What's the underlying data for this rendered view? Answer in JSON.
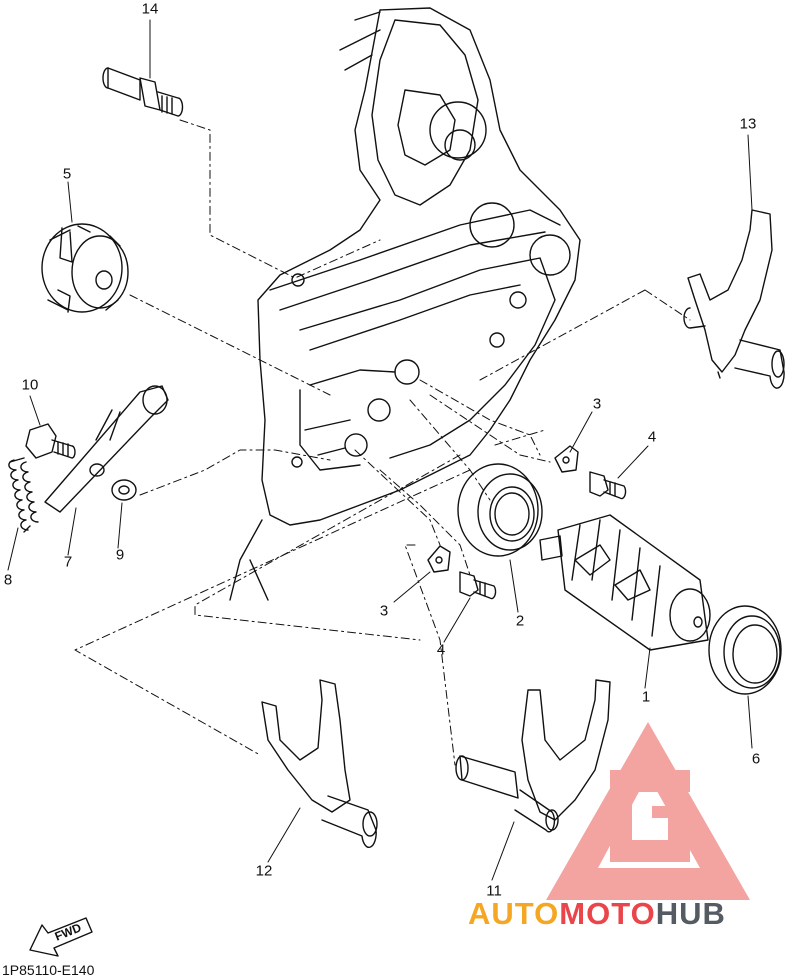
{
  "diagram": {
    "callouts": [
      {
        "id": "1",
        "text": "1"
      },
      {
        "id": "2",
        "text": "2"
      },
      {
        "id": "3a",
        "text": "3"
      },
      {
        "id": "3b",
        "text": "3"
      },
      {
        "id": "4a",
        "text": "4"
      },
      {
        "id": "4b",
        "text": "4"
      },
      {
        "id": "5",
        "text": "5"
      },
      {
        "id": "6",
        "text": "6"
      },
      {
        "id": "7",
        "text": "7"
      },
      {
        "id": "8",
        "text": "8"
      },
      {
        "id": "9",
        "text": "9"
      },
      {
        "id": "10",
        "text": "10"
      },
      {
        "id": "11",
        "text": "11"
      },
      {
        "id": "12",
        "text": "12"
      },
      {
        "id": "13",
        "text": "13"
      },
      {
        "id": "14",
        "text": "14"
      }
    ],
    "diagram_code": "1P85110-E140",
    "direction_marker": "FWD"
  },
  "watermark": {
    "part1": "AUTO",
    "part2": "MOTO",
    "part3": "HUB",
    "colors": {
      "auto": "#f5a623",
      "moto": "#e9454a",
      "hub": "#555b63",
      "logo": "#f29a96"
    }
  }
}
